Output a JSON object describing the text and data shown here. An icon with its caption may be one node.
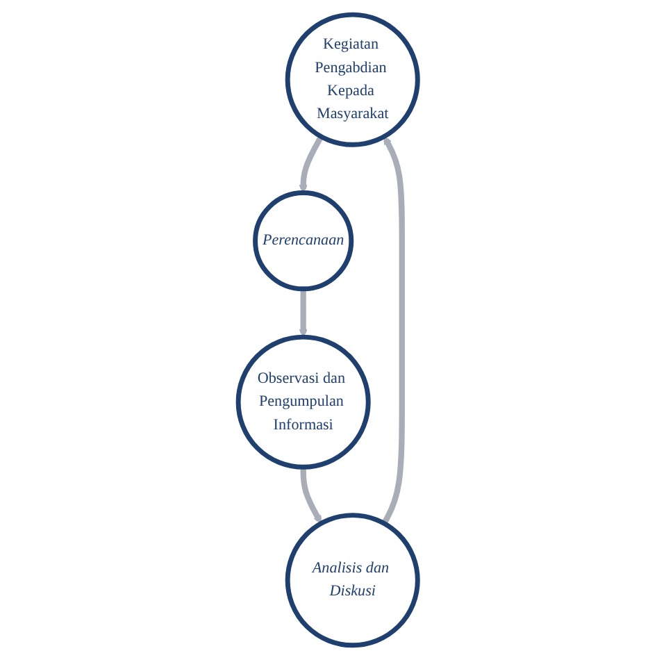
{
  "diagram": {
    "nodes": [
      {
        "text": [
          "Kegiatan Pengabdian Kepada Masyarakat"
        ]
      },
      {
        "text": [
          "Perencanaan"
        ]
      },
      {
        "text": [
          "Observasi dan Pengumpulan Informasi"
        ]
      },
      {
        "text": [
          "Analisis dan Diskusi"
        ]
      }
    ],
    "edges": [
      {
        "from": 0,
        "to": 1,
        "arrow": "to"
      },
      {
        "from": 1,
        "to": 2,
        "arrow": "to"
      },
      {
        "from": 2,
        "to": 3,
        "arrow": "to"
      },
      {
        "from": 3,
        "to": 0,
        "arrow": "to"
      }
    ]
  }
}
